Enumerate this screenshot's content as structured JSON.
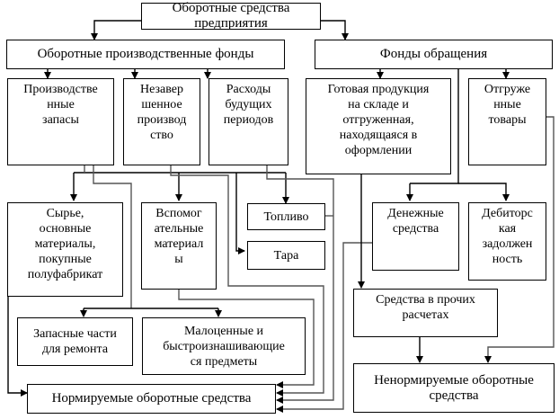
{
  "diagram": {
    "title": "Оборотные средства предприятия",
    "nodes": {
      "root": "Оборотные средства предприятия",
      "production_funds": "Оборотные производственные фонды",
      "circulation_funds": "Фонды обращения",
      "production_stocks": "Производстве\nнные\nзапасы",
      "work_in_progress": "Незавер\nшенное\nпроизвод\nство",
      "deferred_expenses": "Расходы\nбудущих\nпериодов",
      "finished_goods": "Готовая продукция\nна складе и\nотгруженная,\nнаходящаяся в\nоформлении",
      "shipped_goods": "Отгруже\nнные\nтовары",
      "raw_materials": "Сырье,\nосновные\nматериалы,\nпокупные\nполуфабрикат",
      "auxiliary_materials": "Вспомог\nательные\nматериал\nы",
      "fuel": "Топливо",
      "packaging": "Тара",
      "cash": "Денежные\nсредства",
      "receivables": "Дебиторс\nкая\nзадолжен\nность",
      "other_settlements": "Средства в прочих\nрасчетах",
      "spare_parts": "Запасные части\nдля ремонта",
      "low_value_items": "Малоценные и\nбыстроизнашивающие\nся предметы",
      "normalized": "Нормируемые оборотные средства",
      "non_normalized": "Ненормируемые оборотные\nсредства"
    },
    "edges": [
      {
        "from": "root",
        "to": "production_funds"
      },
      {
        "from": "root",
        "to": "circulation_funds"
      },
      {
        "from": "production_funds",
        "to": "production_stocks"
      },
      {
        "from": "production_funds",
        "to": "work_in_progress"
      },
      {
        "from": "production_funds",
        "to": "deferred_expenses"
      },
      {
        "from": "circulation_funds",
        "to": "finished_goods"
      },
      {
        "from": "circulation_funds",
        "to": "shipped_goods"
      },
      {
        "from": "circulation_funds",
        "to": "cash"
      },
      {
        "from": "circulation_funds",
        "to": "receivables"
      },
      {
        "from": "production_stocks",
        "to": "raw_materials"
      },
      {
        "from": "production_stocks",
        "to": "auxiliary_materials"
      },
      {
        "from": "production_stocks",
        "to": "fuel"
      },
      {
        "from": "production_stocks",
        "to": "packaging"
      },
      {
        "from": "production_stocks",
        "to": "spare_parts"
      },
      {
        "from": "production_stocks",
        "to": "low_value_items"
      },
      {
        "from": "raw_materials",
        "to": "normalized"
      },
      {
        "from": "auxiliary_materials",
        "to": "normalized"
      },
      {
        "from": "work_in_progress",
        "to": "normalized"
      },
      {
        "from": "fuel",
        "to": "normalized"
      },
      {
        "from": "deferred_expenses",
        "to": "normalized"
      },
      {
        "from": "finished_goods",
        "to": "other_settlements"
      },
      {
        "from": "cash",
        "to": "normalized"
      },
      {
        "from": "other_settlements",
        "to": "non_normalized"
      },
      {
        "from": "shipped_goods",
        "to": "non_normalized"
      }
    ]
  }
}
